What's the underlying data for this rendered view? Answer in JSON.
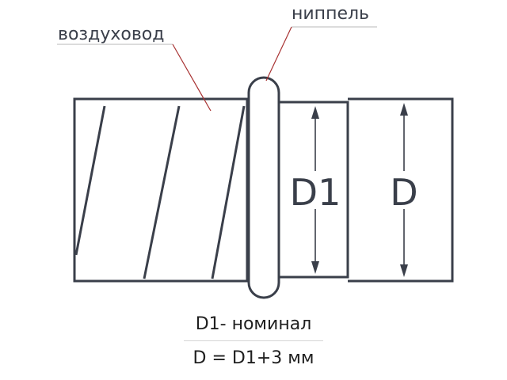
{
  "labels": {
    "duct": "воздуховод",
    "nipple": "ниппель",
    "d1": "D1",
    "d": "D"
  },
  "caption": {
    "line1": "D1- номинал",
    "line2": "D = D1+3 мм"
  },
  "colors": {
    "outline": "#3a3f4a",
    "leader": "#a83232",
    "text": "#1f1f1f"
  }
}
